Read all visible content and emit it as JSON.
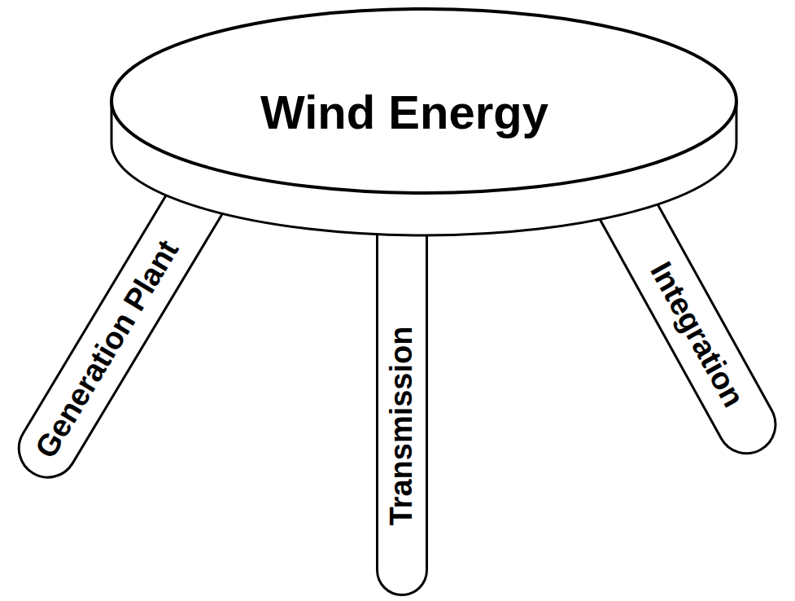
{
  "diagram": {
    "nodes": [
      {
        "text": [
          "Wind Energy"
        ]
      },
      {
        "text": [
          "Generation Plant"
        ]
      },
      {
        "text": [
          "Transmission"
        ]
      },
      {
        "text": [
          "Integration"
        ]
      }
    ]
  }
}
